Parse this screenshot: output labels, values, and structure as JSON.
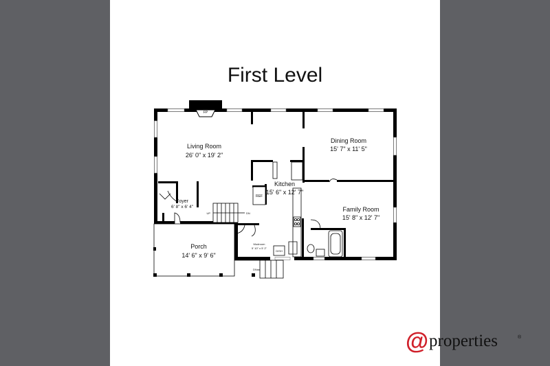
{
  "title": "First Level",
  "rooms": {
    "living": {
      "name": "Living Room",
      "dims": "26' 0\" x 19' 2\""
    },
    "dining": {
      "name": "Dining Room",
      "dims": "15' 7\" x 11' 5\""
    },
    "kitchen": {
      "name": "Kitchen",
      "dims": "15' 6\" x 12' 7\""
    },
    "family": {
      "name": "Family Room",
      "dims": "15' 8\" x 12' 7\""
    },
    "foyer": {
      "name": "Foyer",
      "dims": "6' 8\" x 6' 4\""
    },
    "porch": {
      "name": "Porch",
      "dims": "14' 6\" x 9' 6\""
    },
    "mudroom": {
      "name": "Mudroom",
      "dims": "5' 10\" x 5' 2\""
    }
  },
  "fixtures": {
    "fireplace": "FP",
    "refrigerator": "REF",
    "dishwasher": "DISH",
    "stairs_up": "UP",
    "stairs_down": "DN",
    "porch_steps_down": "DN"
  },
  "logo": {
    "symbol": "@",
    "text": "properties",
    "mark": "®"
  },
  "colors": {
    "side_panel": "#5f6064",
    "logo_red": "#d0212b"
  }
}
